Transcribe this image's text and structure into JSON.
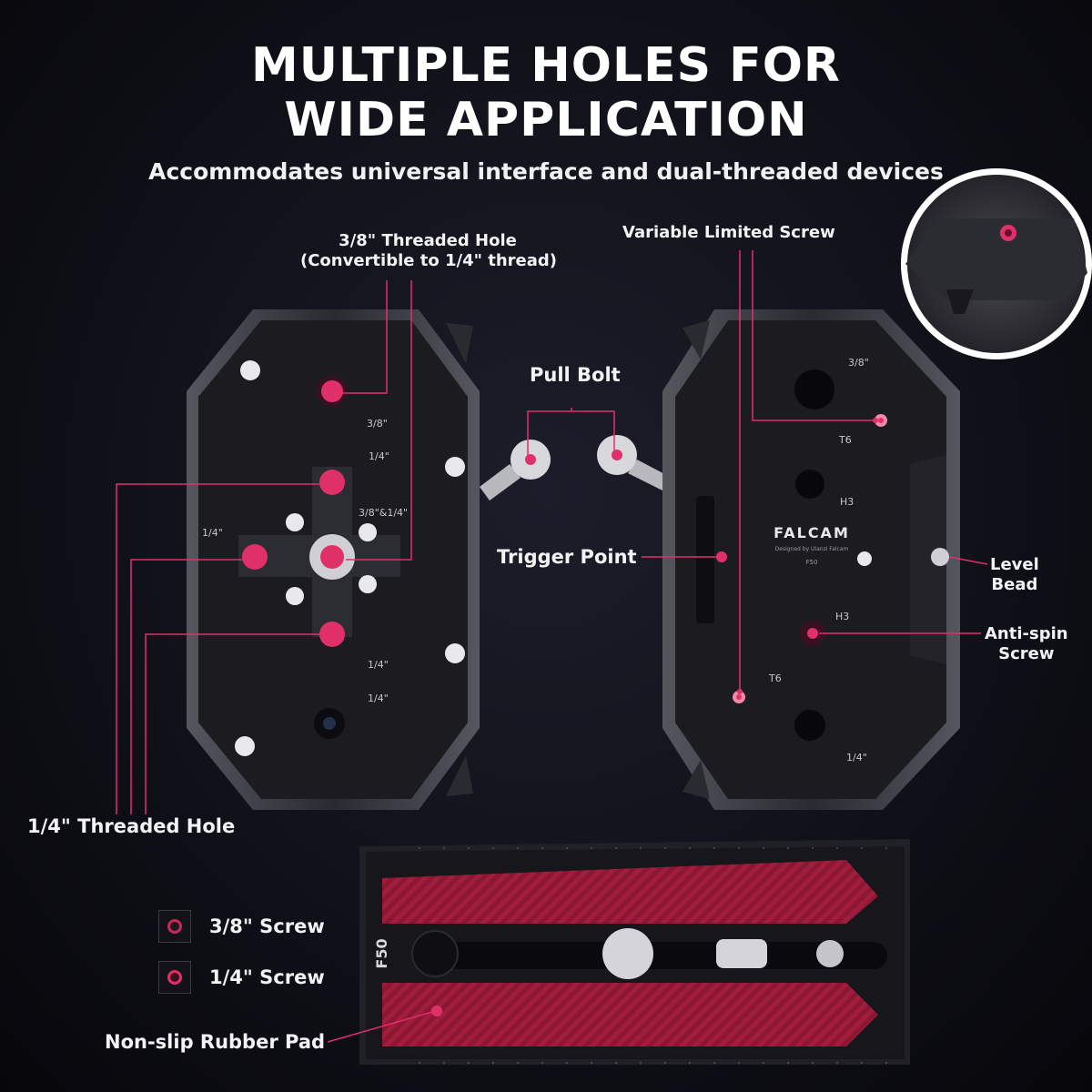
{
  "heading": {
    "line1": "MULTIPLE HOLES FOR",
    "line2": "WIDE APPLICATION",
    "subtitle": "Accommodates universal interface and dual-threaded devices"
  },
  "callouts": {
    "threaded_38_line1": "3/8\" Threaded Hole",
    "threaded_38_line2": "(Convertible to 1/4\" thread)",
    "variable_screw": "Variable Limited Screw",
    "pull_bolt": "Pull Bolt",
    "trigger_point": "Trigger Point",
    "level_bead_line1": "Level",
    "level_bead_line2": "Bead",
    "anti_spin_line1": "Anti-spin",
    "anti_spin_line2": "Screw",
    "threaded_14": "1/4\" Threaded Hole",
    "rubber_pad": "Non-slip Rubber Pad"
  },
  "plate_labels": {
    "left_38": "3/8\"",
    "left_14_top": "1/4\"",
    "left_combo": "3/8\"&1/4\"",
    "left_14_side": "1/4\"",
    "left_14_low": "1/4\"",
    "left_14_bottom": "1/4\"",
    "right_38": "3/8\"",
    "right_t6_top": "T6",
    "right_h3_top": "H3",
    "right_h3_bottom": "H3",
    "right_t6_bottom": "T6",
    "right_14": "1/4\""
  },
  "brand": {
    "name": "FALCAM",
    "tagline": "Designed by Ulanzi Falcam",
    "code": "F50",
    "model": "F50"
  },
  "legend": [
    {
      "label": "3/8\" Screw",
      "color": "#c8285a",
      "icon": "dark-ring-icon"
    },
    {
      "label": "1/4\" Screw",
      "color": "#e0306a",
      "icon": "pink-ring-icon"
    }
  ],
  "colors": {
    "accent": "#e0306a",
    "plate": "#1b1b20",
    "rubber": "#8a1632"
  }
}
